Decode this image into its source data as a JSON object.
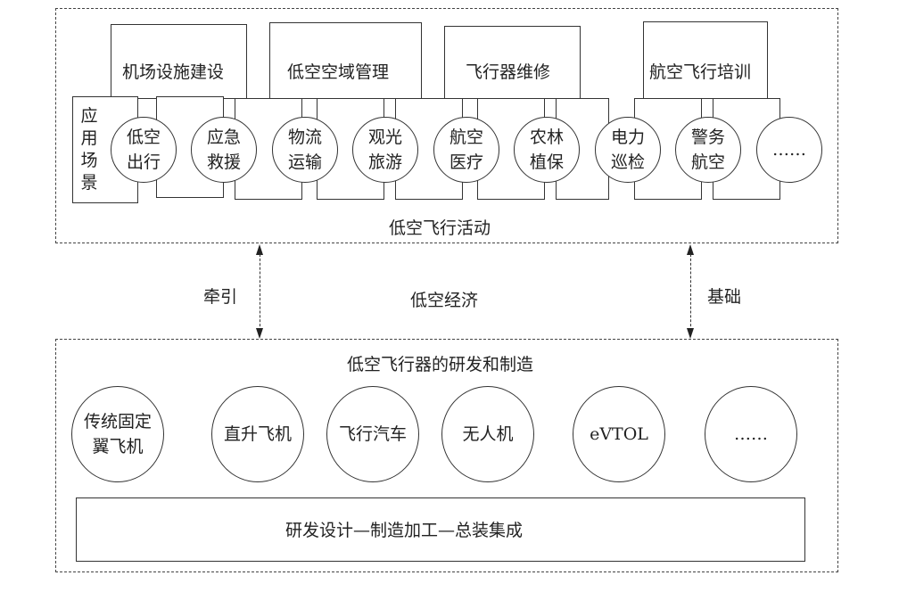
{
  "top_panel": {
    "title": "低空飞行活动",
    "side_label": [
      "应",
      "用",
      "场",
      "景"
    ],
    "support_boxes": [
      "机场设施建设",
      "低空空域管理",
      "飞行器维修",
      "航空飞行培训"
    ],
    "scenarios": [
      {
        "line1": "低空",
        "line2": "出行"
      },
      {
        "line1": "应急",
        "line2": "救援"
      },
      {
        "line1": "物流",
        "line2": "运输"
      },
      {
        "line1": "观光",
        "line2": "旅游"
      },
      {
        "line1": "航空",
        "line2": "医疗"
      },
      {
        "line1": "农林",
        "line2": "植保"
      },
      {
        "line1": "电力",
        "line2": "巡检"
      },
      {
        "line1": "警务",
        "line2": "航空"
      },
      {
        "line1": "……",
        "line2": ""
      }
    ]
  },
  "middle": {
    "left_label": "牵引",
    "center_label": "低空经济",
    "right_label": "基础"
  },
  "bottom_panel": {
    "title": "低空飞行器的研发和制造",
    "aircraft": [
      {
        "line1": "传统固定",
        "line2": "翼飞机"
      },
      {
        "line1": "直升飞机",
        "line2": ""
      },
      {
        "line1": "飞行汽车",
        "line2": ""
      },
      {
        "line1": "无人机",
        "line2": ""
      },
      {
        "line1": "eVTOL",
        "line2": ""
      },
      {
        "line1": "……",
        "line2": ""
      }
    ],
    "chain": "研发设计—制造加工—总装集成"
  }
}
